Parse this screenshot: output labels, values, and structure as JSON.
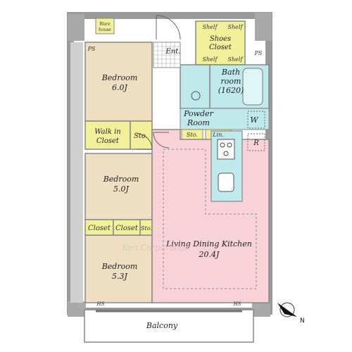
{
  "rooms": {
    "bedroom_top": {
      "name": "Bedroom",
      "size": "6.0J"
    },
    "bedroom_mid": {
      "name": "Bedroom",
      "size": "5.0J"
    },
    "bedroom_bottom": {
      "name": "Bedroom",
      "size": "5.3J"
    },
    "ldk": {
      "name": "Living Dining Kitchen",
      "size": "20.4J"
    },
    "bath": {
      "name_line1": "Bath",
      "name_line2": "room",
      "size": "(1620)"
    },
    "powder": {
      "name_line1": "Powder",
      "name_line2": "Room"
    },
    "walkin": {
      "line1": "Walk in",
      "line2": "Closet"
    },
    "shoes": {
      "line1": "Shoes",
      "line2": "Closet"
    },
    "balcony": "Balcony",
    "entrance": "Ent.",
    "warehouse": {
      "line1": "Ware",
      "line2": "house"
    }
  },
  "labels": {
    "shelf": "Shelf",
    "sto": "Sto.",
    "lin": "Lin.",
    "closet": "Closet",
    "ps": "PS",
    "hs": "HS",
    "w": "W",
    "r": "R",
    "watermark": "Ken Corporation"
  },
  "colors": {
    "bedroom": "#eedfc3",
    "closet": "#f3f09a",
    "wet": "#bfe9ea",
    "ldk": "#f8d2d6",
    "wall": "#a9a9a9"
  }
}
